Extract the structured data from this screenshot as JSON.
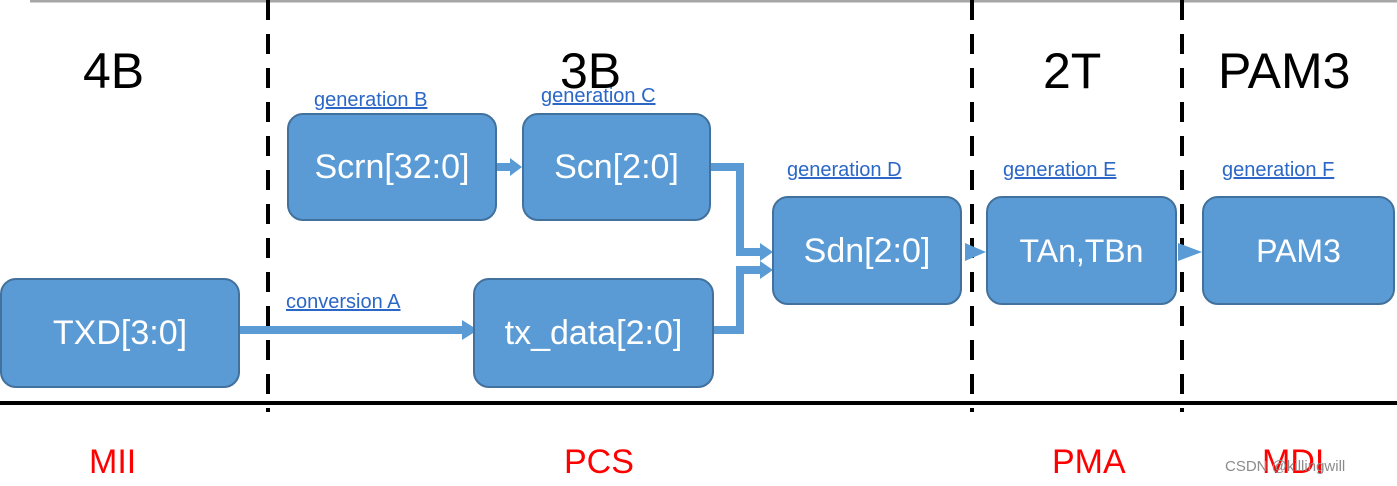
{
  "sections": {
    "mii_width": "4B",
    "pcs_width": "3B",
    "pma_width": "2T",
    "mdi_width": "PAM3"
  },
  "layers": {
    "mii": "MII",
    "pcs": "PCS",
    "pma": "PMA",
    "mdi": "MDI"
  },
  "nodes": {
    "txd": "TXD[3:0]",
    "scrn": "Scrn[32:0]",
    "scn": "Scn[2:0]",
    "tx_data": "tx_data[2:0]",
    "sdn": "Sdn[2:0]",
    "tan_tbn": "TAn,TBn",
    "pam3": "PAM3"
  },
  "steps": {
    "conversion_a": "conversion A",
    "generation_b": "generation B",
    "generation_c": "generation C",
    "generation_d": "generation D",
    "generation_e": "generation E",
    "generation_f": "generation F"
  },
  "watermark": "CSDN @killingwill",
  "colors": {
    "box_fill": "#5b9bd5",
    "box_border": "#41719c",
    "link": "#2b67c6",
    "layer_label": "#ff0000"
  }
}
